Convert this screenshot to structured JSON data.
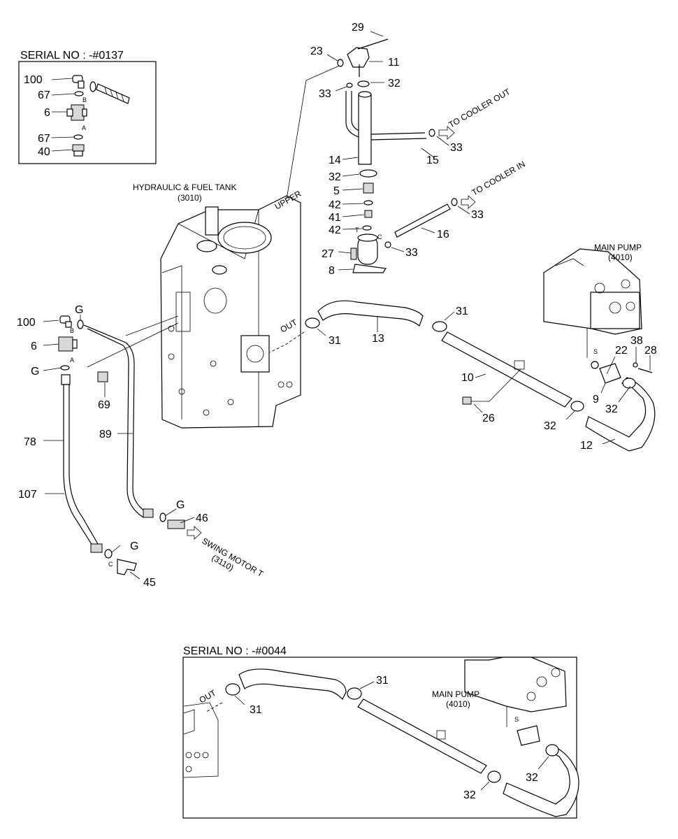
{
  "boxes": {
    "top_serial": "SERIAL NO : -#0137",
    "bottom_serial": "SERIAL NO : -#0044"
  },
  "components": {
    "tank_line1": "HYDRAULIC & FUEL TANK",
    "tank_line2": "(3010)",
    "pump_line1": "MAIN PUMP",
    "pump_line2": "(4010)",
    "upper": "UPPER",
    "out": "OUT",
    "to_cooler_out": "TO COOLER OUT",
    "to_cooler_in": "TO COOLER IN",
    "swing_line1": "SWING MOTOR T",
    "swing_line2": "(3110)"
  },
  "port_letters": {
    "a": "A",
    "b": "B",
    "c": "C",
    "t": "T",
    "s": "S"
  },
  "callouts": {
    "n29": "29",
    "n23": "23",
    "n11": "11",
    "n33": "33",
    "n32": "32",
    "n14": "14",
    "n15": "15",
    "n5": "5",
    "n42": "42",
    "n41": "41",
    "n16": "16",
    "n27": "27",
    "n8": "8",
    "n31": "31",
    "n13": "13",
    "n10": "10",
    "n26": "26",
    "n22": "22",
    "n38": "38",
    "n28": "28",
    "n9": "9",
    "n12": "12",
    "n100": "100",
    "n67": "67",
    "n6": "6",
    "n40": "40",
    "g": "G",
    "n69": "69",
    "n89": "89",
    "n78": "78",
    "n107": "107",
    "n46": "46",
    "n45": "45"
  }
}
